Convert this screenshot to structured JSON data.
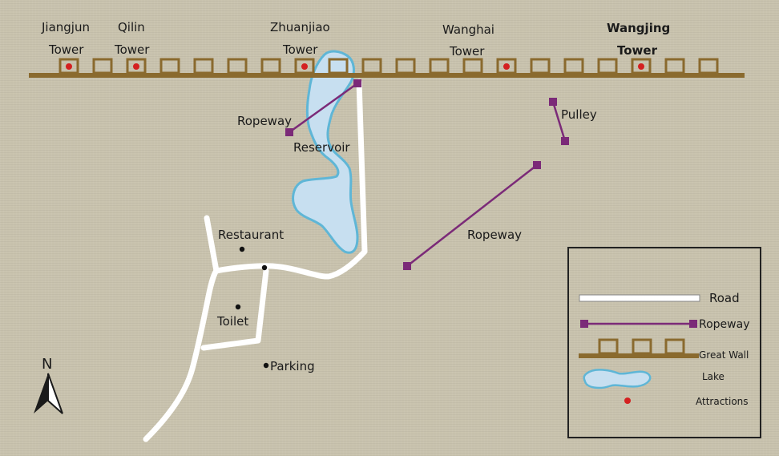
{
  "map": {
    "towers": [
      {
        "line1": "Jiangjun",
        "line2": "Tower"
      },
      {
        "line1": "Qilin",
        "line2": "Tower"
      },
      {
        "line1": "Zhuanjiao",
        "line2": "Tower"
      },
      {
        "line1": "Wanghai",
        "line2": "Tower"
      },
      {
        "line1": "Wangjing",
        "line2": "Tower"
      }
    ],
    "places": {
      "ropeway_west": "Ropeway",
      "reservoir": "Reservoir",
      "pulley": "Pulley",
      "ropeway_east": "Ropeway",
      "restaurant": "Restaurant",
      "toilet": "Toilet",
      "parking": "Parking"
    },
    "compass": "N",
    "legend": {
      "road": "Road",
      "ropeway": "Ropeway",
      "great_wall": "Great Wall",
      "lake": "Lake",
      "attractions": "Attractions"
    },
    "colors": {
      "wall": "#8a6a2e",
      "ropeway": "#7b2a78",
      "lake_fill": "#c7dff0",
      "lake_edge": "#5fb6d6",
      "road": "#ffffff",
      "attraction": "#d42020"
    }
  }
}
